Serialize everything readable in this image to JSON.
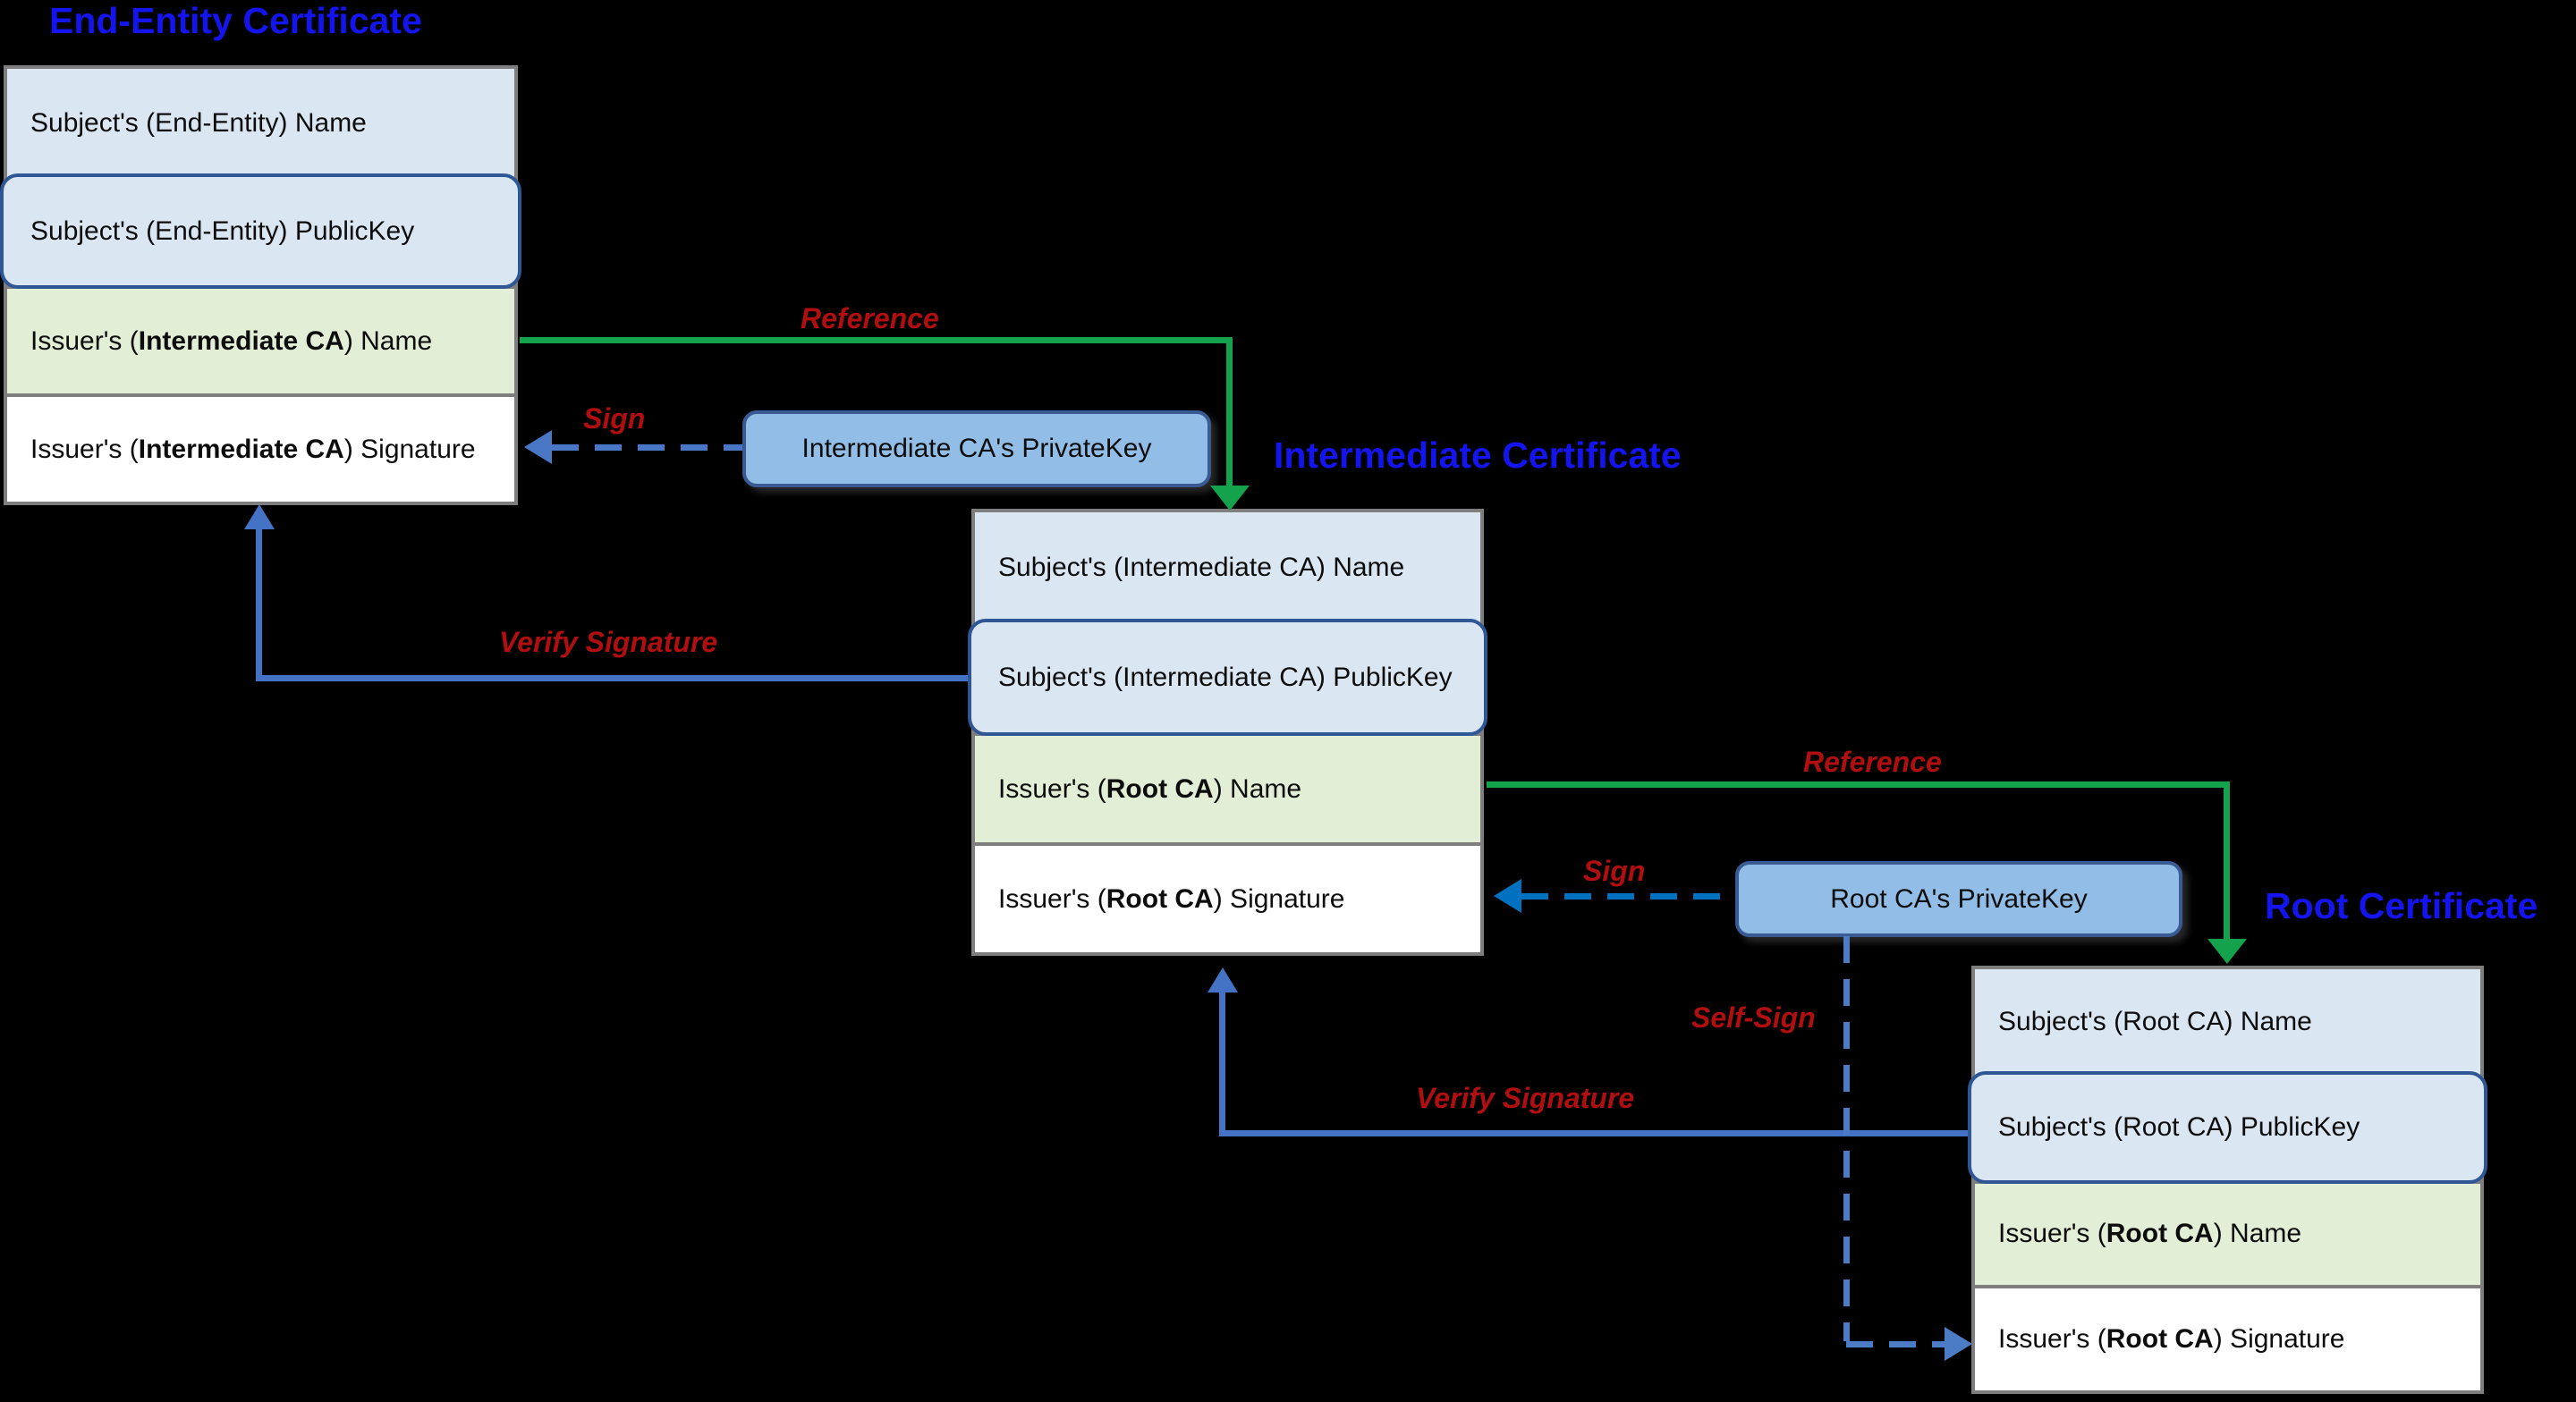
{
  "colors": {
    "background": "#000000",
    "title_blue": "#1414ee",
    "label_red": "#b00e10",
    "row_blue_fill": "#dbe6f3",
    "row_green_fill": "#e2eed6",
    "row_white_fill": "#ffffff",
    "pubkey_border_blue": "#2f5695",
    "box_border_gray": "#7e7e7e",
    "privatekey_fill": "#92bde6",
    "privatekey_border": "#3a5a94",
    "arrow_green": "#14a24c",
    "arrow_blue_solid": "#4472c4",
    "arrow_blue_dashed_steel": "#4d7cc7",
    "arrow_blue_dashed_bright": "#0070c0"
  },
  "certificates": [
    {
      "title": "End-Entity Certificate",
      "rows": [
        {
          "prefix": "Subject's (End-Entity) Name",
          "bold": "",
          "suffix": ""
        },
        {
          "prefix": "Subject's (End-Entity) PublicKey",
          "bold": "",
          "suffix": ""
        },
        {
          "prefix": "Issuer's (",
          "bold": "Intermediate CA",
          "suffix": ") Name"
        },
        {
          "prefix": "Issuer's (",
          "bold": "Intermediate CA",
          "suffix": ") Signature"
        }
      ]
    },
    {
      "title": "Intermediate Certificate",
      "rows": [
        {
          "prefix": "Subject's (Intermediate CA) Name",
          "bold": "",
          "suffix": ""
        },
        {
          "prefix": "Subject's (Intermediate CA) PublicKey",
          "bold": "",
          "suffix": ""
        },
        {
          "prefix": "Issuer's (",
          "bold": "Root CA",
          "suffix": ") Name"
        },
        {
          "prefix": "Issuer's (",
          "bold": "Root CA",
          "suffix": ") Signature"
        }
      ]
    },
    {
      "title": "Root Certificate",
      "rows": [
        {
          "prefix": "Subject's (Root CA) Name",
          "bold": "",
          "suffix": ""
        },
        {
          "prefix": "Subject's (Root CA) PublicKey",
          "bold": "",
          "suffix": ""
        },
        {
          "prefix": "Issuer's (",
          "bold": "Root CA",
          "suffix": ") Name"
        },
        {
          "prefix": "Issuer's (",
          "bold": "Root CA",
          "suffix": ") Signature"
        }
      ]
    }
  ],
  "private_keys": [
    {
      "label": "Intermediate CA's PrivateKey"
    },
    {
      "label": "Root CA's PrivateKey"
    }
  ],
  "edge_labels": {
    "reference_1": "Reference",
    "sign_1": "Sign",
    "verify_signature_1": "Verify Signature",
    "reference_2": "Reference",
    "sign_2": "Sign",
    "verify_signature_2": "Verify Signature",
    "self_sign": "Self-Sign"
  }
}
